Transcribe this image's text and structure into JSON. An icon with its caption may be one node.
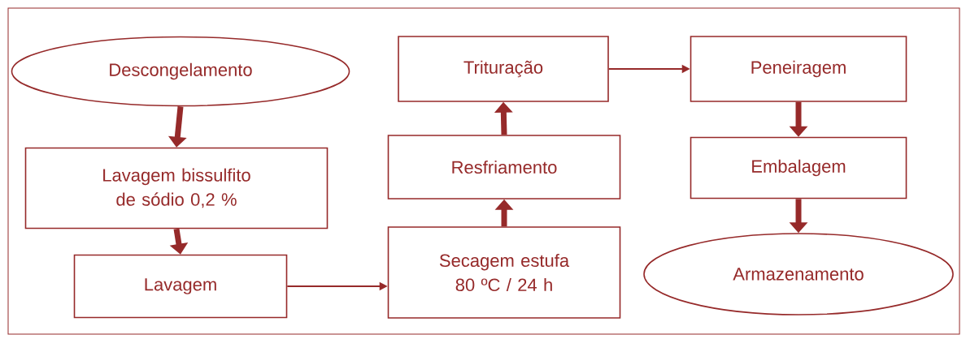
{
  "diagram": {
    "nodes": [
      {
        "text": [
          "Descongelamento"
        ]
      },
      {
        "text": [
          "Lavagem bissulfito de sódio 0,2 %"
        ]
      },
      {
        "text": [
          "Lavagem"
        ]
      },
      {
        "text": [
          "Secagem estufa 80 ºC / 24 h"
        ]
      },
      {
        "text": [
          "Resfriamento"
        ]
      },
      {
        "text": [
          "Trituração"
        ]
      },
      {
        "text": [
          "Peneiragem"
        ]
      },
      {
        "text": [
          "Embalagem"
        ]
      },
      {
        "text": [
          "Armazenamento"
        ]
      }
    ],
    "edges": [
      {
        "from": 0,
        "to": 1,
        "arrow": "to"
      },
      {
        "from": 1,
        "to": 2,
        "arrow": "to"
      },
      {
        "from": 2,
        "to": 3,
        "arrow": "to"
      },
      {
        "from": 3,
        "to": 4,
        "arrow": "to"
      },
      {
        "from": 4,
        "to": 5,
        "arrow": "to"
      },
      {
        "from": 5,
        "to": 6,
        "arrow": "to"
      },
      {
        "from": 6,
        "to": 7,
        "arrow": "to"
      },
      {
        "from": 7,
        "to": 8,
        "arrow": "to"
      }
    ]
  }
}
